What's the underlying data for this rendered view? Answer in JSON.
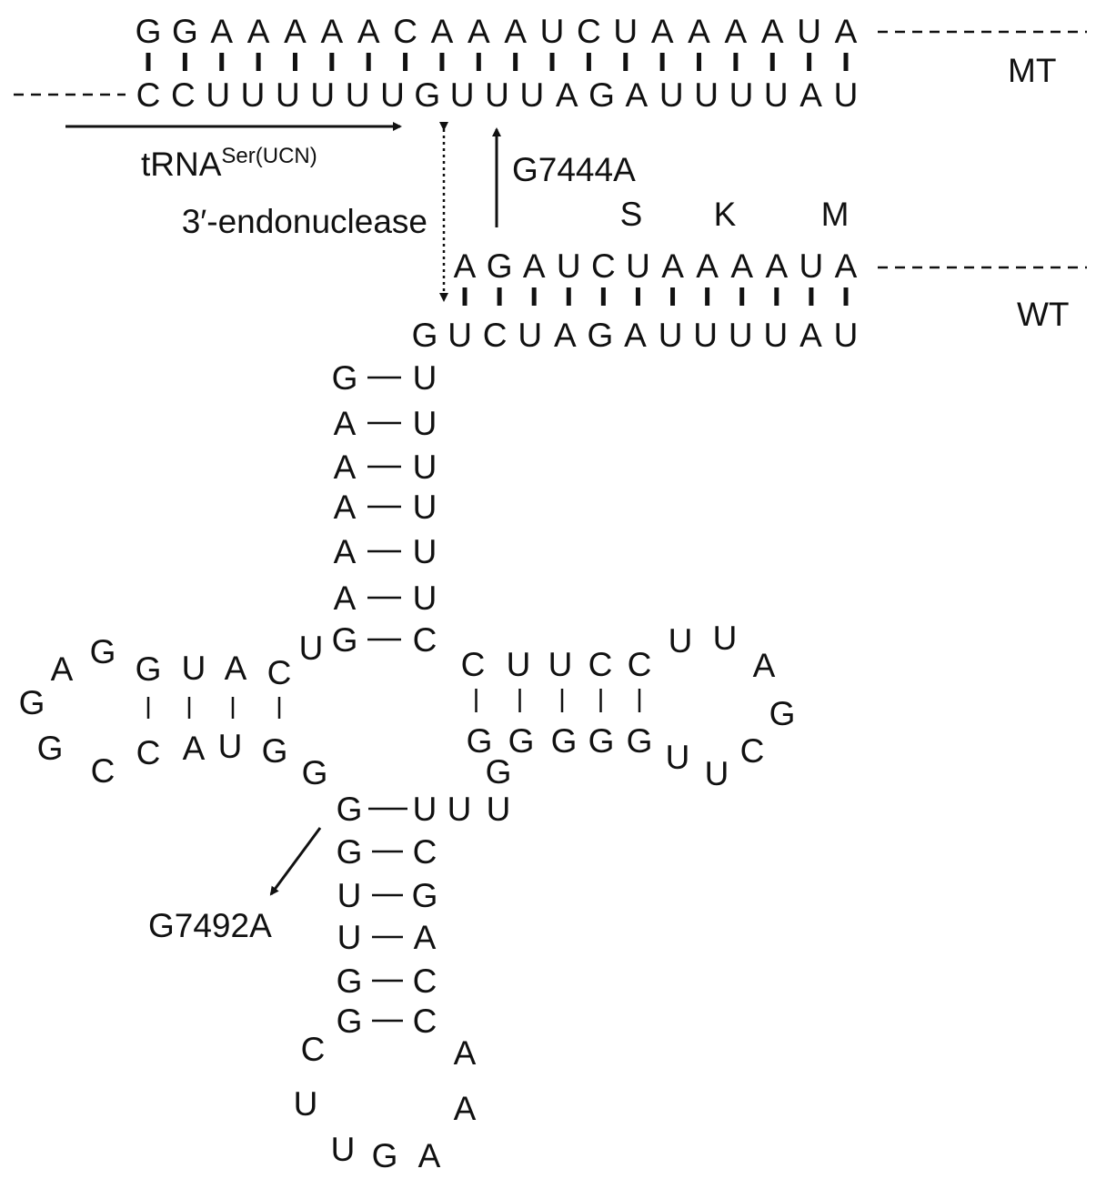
{
  "mt_duplex": {
    "label": "MT",
    "top": "GGAAAAACAAAUCUAAAAUA",
    "bottom": "CCUUUUUUGUUUAGAUUUUAU"
  },
  "wt_duplex": {
    "label": "WT",
    "top": "AGAUCUAAAAUA",
    "bottom": "GUCUAGAUUUUAU"
  },
  "amino_acids": [
    "S",
    "K",
    "M"
  ],
  "labels": {
    "trna_base": "tRNA",
    "trna_sup": "Ser(UCN)",
    "endonuclease": "3′-endonuclease",
    "mutation_1": "G7444A",
    "mutation_2": "G7492A"
  },
  "acceptor_stem": {
    "left": [
      "G",
      "A",
      "A",
      "A",
      "A",
      "A",
      "G"
    ],
    "right": [
      "U",
      "U",
      "U",
      "U",
      "U",
      "U",
      "C"
    ]
  },
  "d_arm": {
    "connector": "U",
    "top": [
      "G",
      "U",
      "A",
      "C"
    ],
    "bottom": [
      "C",
      "A",
      "U",
      "G"
    ],
    "loop": [
      "G",
      "A",
      "G",
      "G",
      "C"
    ],
    "junction": "G"
  },
  "t_arm": {
    "top": [
      "C",
      "U",
      "U",
      "C",
      "C"
    ],
    "bottom": [
      "G",
      "G",
      "G",
      "G",
      "G"
    ],
    "loop": [
      "U",
      "U",
      "A",
      "G",
      "C",
      "U",
      "U"
    ],
    "junction": "G"
  },
  "variable": [
    "U",
    "U"
  ],
  "anticodon_stem": {
    "left": [
      "G",
      "G",
      "U",
      "U",
      "G",
      "G"
    ],
    "right": [
      "U",
      "C",
      "G",
      "A",
      "C",
      "C"
    ]
  },
  "anticodon_loop": [
    "C",
    "U",
    "U",
    "G",
    "A",
    "A",
    "A"
  ]
}
